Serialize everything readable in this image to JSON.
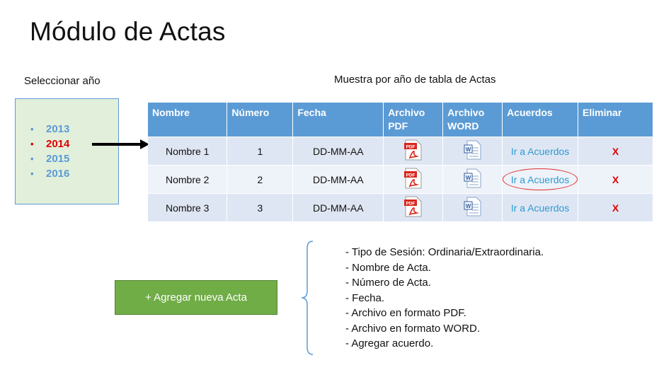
{
  "title": "Módulo de Actas",
  "year_selector": {
    "label": "Seleccionar año",
    "years": [
      "2013",
      "2014",
      "2015",
      "2016"
    ],
    "selected": "2014",
    "bullet": "•"
  },
  "table": {
    "caption": "Muestra por año de tabla de Actas",
    "headers": [
      "Nombre",
      "Número",
      "Fecha",
      "Archivo PDF",
      "Archivo WORD",
      "Acuerdos",
      "Eliminar"
    ],
    "rows": [
      {
        "nombre": "Nombre 1",
        "numero": "1",
        "fecha": "DD-MM-AA",
        "acuerdos": "Ir a Acuerdos",
        "eliminar": "X"
      },
      {
        "nombre": "Nombre 2",
        "numero": "2",
        "fecha": "DD-MM-AA",
        "acuerdos": "Ir a Acuerdos",
        "eliminar": "X"
      },
      {
        "nombre": "Nombre 3",
        "numero": "3",
        "fecha": "DD-MM-AA",
        "acuerdos": "Ir a Acuerdos",
        "eliminar": "X"
      }
    ],
    "pdf_icon": "pdf-file-icon",
    "pdf_icon_text": "PDF",
    "word_icon": "word-file-icon",
    "word_icon_text": "W",
    "highlighted_row": 1
  },
  "add_button": {
    "label": "+ Agregar nueva Acta"
  },
  "form_fields": [
    "- Tipo de Sesión: Ordinaria/Extraordinaria.",
    "- Nombre de Acta.",
    "- Número de Acta.",
    "- Fecha.",
    "- Archivo en formato PDF.",
    "- Archivo en formato WORD.",
    "- Agregar acuerdo."
  ],
  "colors": {
    "header_blue": "#5b9bd5",
    "year_box_bg": "#e2efda",
    "selected_year": "#e00000",
    "link": "#2e9ad3",
    "button_green": "#70ad47",
    "circle_highlight": "#e03030"
  }
}
